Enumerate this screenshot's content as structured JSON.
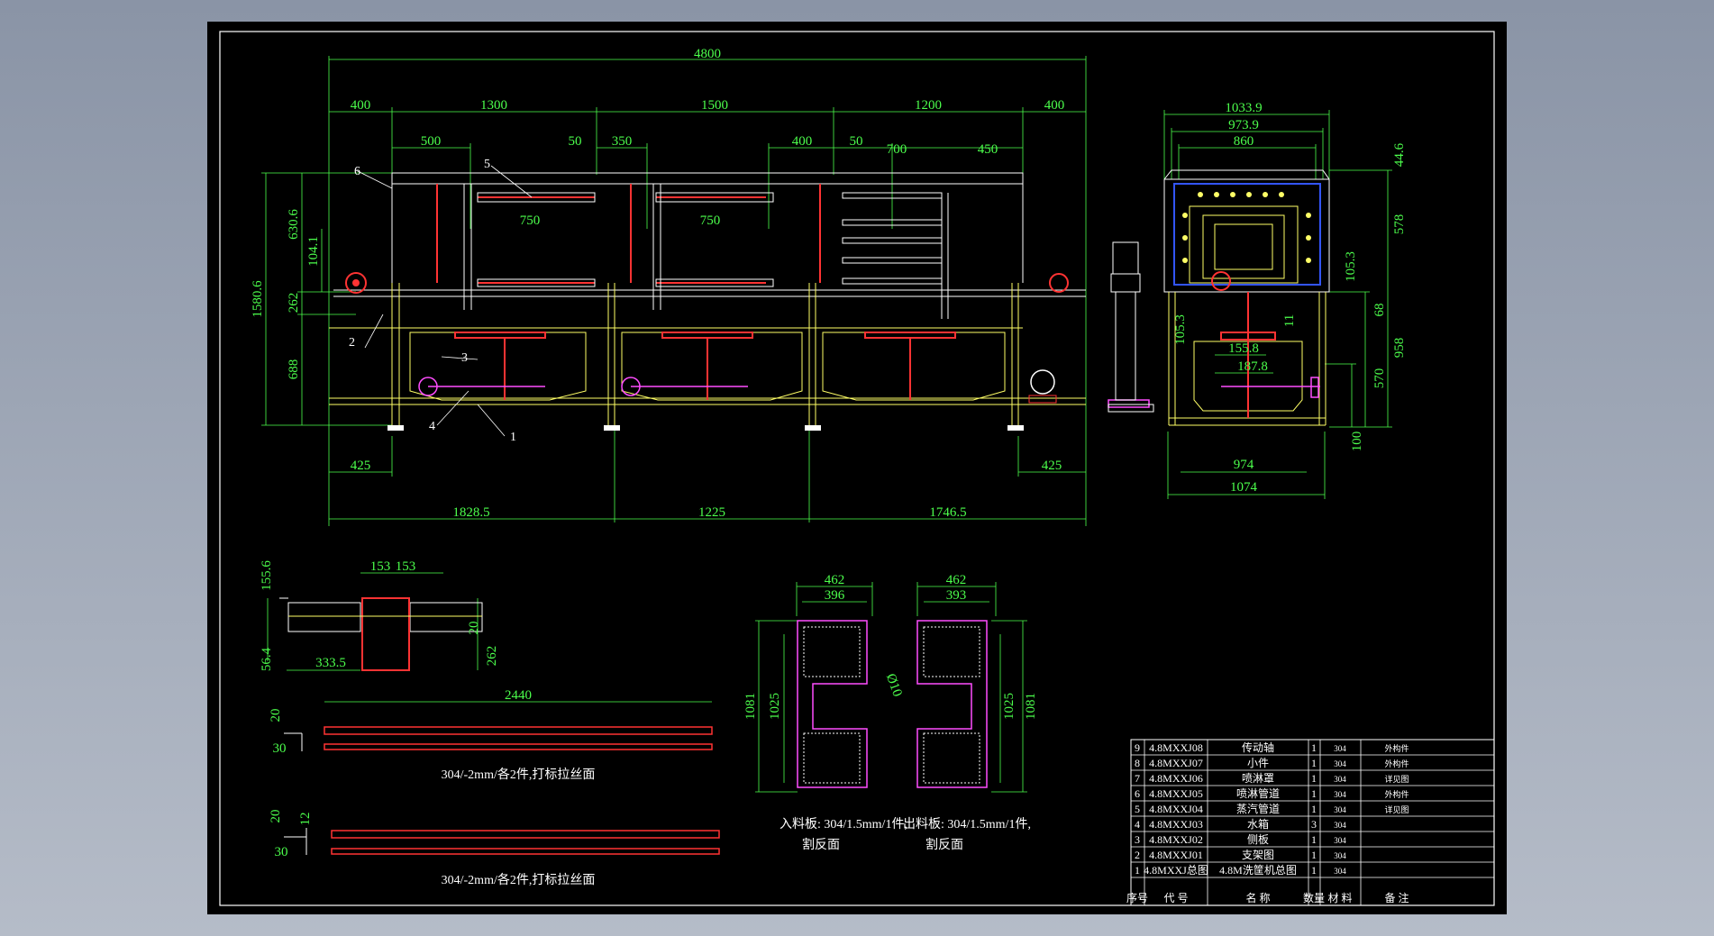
{
  "colors": {
    "background": "#000000",
    "frame": "#ffffff",
    "dimension": "#4cff4c",
    "geometry": "#ffff66",
    "cyan": "#00e5ff",
    "magenta": "#ff4dff",
    "red": "#ff3333",
    "blue": "#3355ff"
  },
  "main_view": {
    "dims": {
      "total": "4800",
      "a400": "400",
      "a1300": "1300",
      "a1500": "1500",
      "a1200": "1200",
      "b400": "400",
      "d500": "500",
      "d50a": "50",
      "d350": "350",
      "d400": "400",
      "d50b": "50",
      "d700": "700",
      "d450": "450",
      "d750a": "750",
      "d750b": "750",
      "h1580": "1580.6",
      "h630": "630.6",
      "h104": "104.1",
      "h262": "262",
      "h688": "688",
      "b425a": "425",
      "b425b": "425",
      "b1828": "1828.5",
      "b1225": "1225",
      "b1746": "1746.5"
    },
    "callouts": {
      "c1": "1",
      "c2": "2",
      "c3": "3",
      "c4": "4",
      "c5": "5",
      "c6": "6"
    }
  },
  "side_view": {
    "dims": {
      "w1033": "1033.9",
      "w973": "973.9",
      "w860": "860",
      "h44": "44.6",
      "h578": "578",
      "h105a": "105.3",
      "h105b": "105.3",
      "h68": "68",
      "h958": "958",
      "h570": "570",
      "h100": "100",
      "d155": "155.8",
      "d187": "187.8",
      "d11": "11",
      "w974": "974",
      "w1074": "1074"
    }
  },
  "detail_top": {
    "d153a": "153",
    "d153b": "153",
    "h155": "155.6",
    "h56": "56.4",
    "w333": "333.5",
    "h20": "20",
    "h262": "262"
  },
  "strips": {
    "upper": {
      "length": "2440",
      "h20": "20",
      "h30": "30",
      "caption": "304/-2mm/各2件,打标拉丝面"
    },
    "lower": {
      "h20": "20",
      "h12": "12",
      "h30": "30",
      "caption": "304/-2mm/各2件,打标拉丝面"
    }
  },
  "plates": {
    "inlet": {
      "w462": "462",
      "w396": "396",
      "h1081": "1081",
      "h1025": "1025",
      "hole": "Ø10",
      "caption1": "入料板: 304/1.5mm/1件,",
      "caption2": "割反面"
    },
    "outlet": {
      "w462": "462",
      "w393": "393",
      "h1081": "1081",
      "h1025": "1025",
      "caption1": "出料板: 304/1.5mm/1件,",
      "caption2": "割反面"
    }
  },
  "title_block": {
    "rows": [
      {
        "no": "9",
        "code": "4.8MXXJ08",
        "name": "传动轴",
        "qty": "1",
        "material": "304",
        "note": "外构件"
      },
      {
        "no": "8",
        "code": "4.8MXXJ07",
        "name": "小件",
        "qty": "1",
        "material": "304",
        "note": "外构件"
      },
      {
        "no": "7",
        "code": "4.8MXXJ06",
        "name": "喷淋罩",
        "qty": "1",
        "material": "304",
        "note": "详见图"
      },
      {
        "no": "6",
        "code": "4.8MXXJ05",
        "name": "喷淋管道",
        "qty": "1",
        "material": "304",
        "note": "外构件"
      },
      {
        "no": "5",
        "code": "4.8MXXJ04",
        "name": "蒸汽管道",
        "qty": "1",
        "material": "304",
        "note": "详见图"
      },
      {
        "no": "4",
        "code": "4.8MXXJ03",
        "name": "水箱",
        "qty": "3",
        "material": "304",
        "note": ""
      },
      {
        "no": "3",
        "code": "4.8MXXJ02",
        "name": "侧板",
        "qty": "1",
        "material": "304",
        "note": ""
      },
      {
        "no": "2",
        "code": "4.8MXXJ01",
        "name": "支架图",
        "qty": "1",
        "material": "304",
        "note": ""
      },
      {
        "no": "1",
        "code": "4.8MXXJ总图",
        "name": "4.8M洗筐机总图",
        "qty": "1",
        "material": "304",
        "note": ""
      }
    ],
    "header": {
      "no": "序号",
      "code": "代  号",
      "name": "名  称",
      "qty": "数量",
      "material": "材 料",
      "note": "备 注"
    }
  }
}
